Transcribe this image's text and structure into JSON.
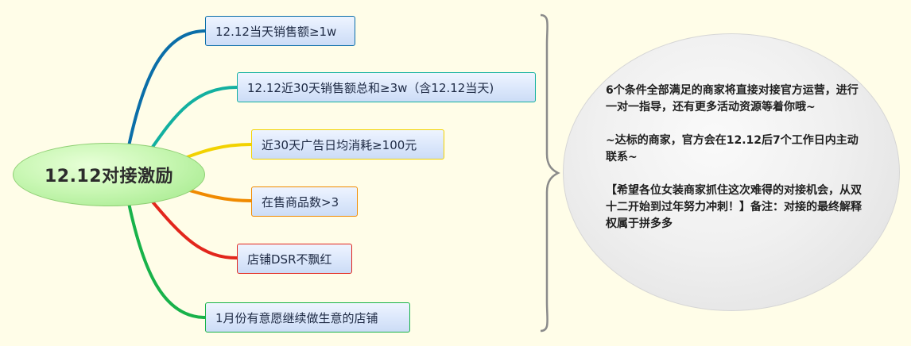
{
  "root": {
    "label": "12.12对接激励"
  },
  "nodes": [
    {
      "label": "12.12当天销售额≥1w",
      "color": "#0b6ea8"
    },
    {
      "label": "12.12近30天销售额总和≥3w（含12.12当天)",
      "color": "#13b0a0"
    },
    {
      "label": "近30天广告日均消耗≥100元",
      "color": "#f2d200"
    },
    {
      "label": "在售商品数>3",
      "color": "#f08a00"
    },
    {
      "label": "店铺DSR不飘红",
      "color": "#e2261c"
    },
    {
      "label": "1月份有意愿继续做生意的店铺",
      "color": "#18b24a"
    }
  ],
  "note": {
    "text": "6个条件全部满足的商家将直接对接官方运营，进行一对一指导，还有更多活动资源等着你哦~\n\n~达标的商家，官方会在12.12后7个工作日内主动联系~\n\n【希望各位女装商家抓住这次难得的对接机会，从双十二开始到过年努力冲刺！】备注：对接的最终解释权属于拼多多"
  }
}
